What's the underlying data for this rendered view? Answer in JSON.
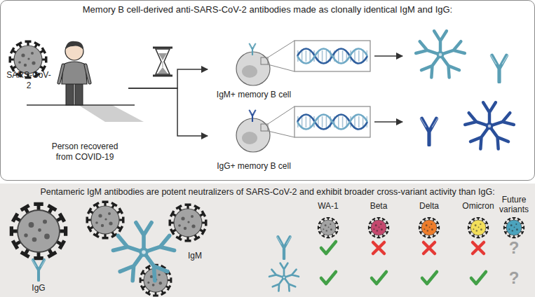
{
  "diagram": {
    "nodes": [
      {
        "text": [
          "Memory B cell-derived anti-SARS-CoV-2 antibodies made as clonally identical IgM and IgG:"
        ]
      },
      {
        "text": [
          "SARS-CoV-2"
        ],
        "in": 0
      },
      {
        "text": [
          "Person recovered from COVID-19"
        ],
        "in": 0
      },
      {
        "text": [
          "IgM+ memory B cell"
        ],
        "in": 0
      },
      {
        "text": [
          "IgG+ memory B cell"
        ],
        "in": 0
      },
      {
        "text": [
          "Pentameric IgM antibodies are potent neutralizers of SARS-CoV-2 and exhibit broader cross-variant activity than IgG:"
        ]
      }
    ],
    "edges": [
      {
        "from": 2,
        "to": 3,
        "arrow": "to"
      },
      {
        "from": 2,
        "to": 4,
        "arrow": "to"
      }
    ],
    "labels": [
      "WA-1",
      "Beta",
      "Delta",
      "Omicron",
      "Future variants",
      "IgG",
      "IgM",
      "?",
      "?"
    ]
  }
}
